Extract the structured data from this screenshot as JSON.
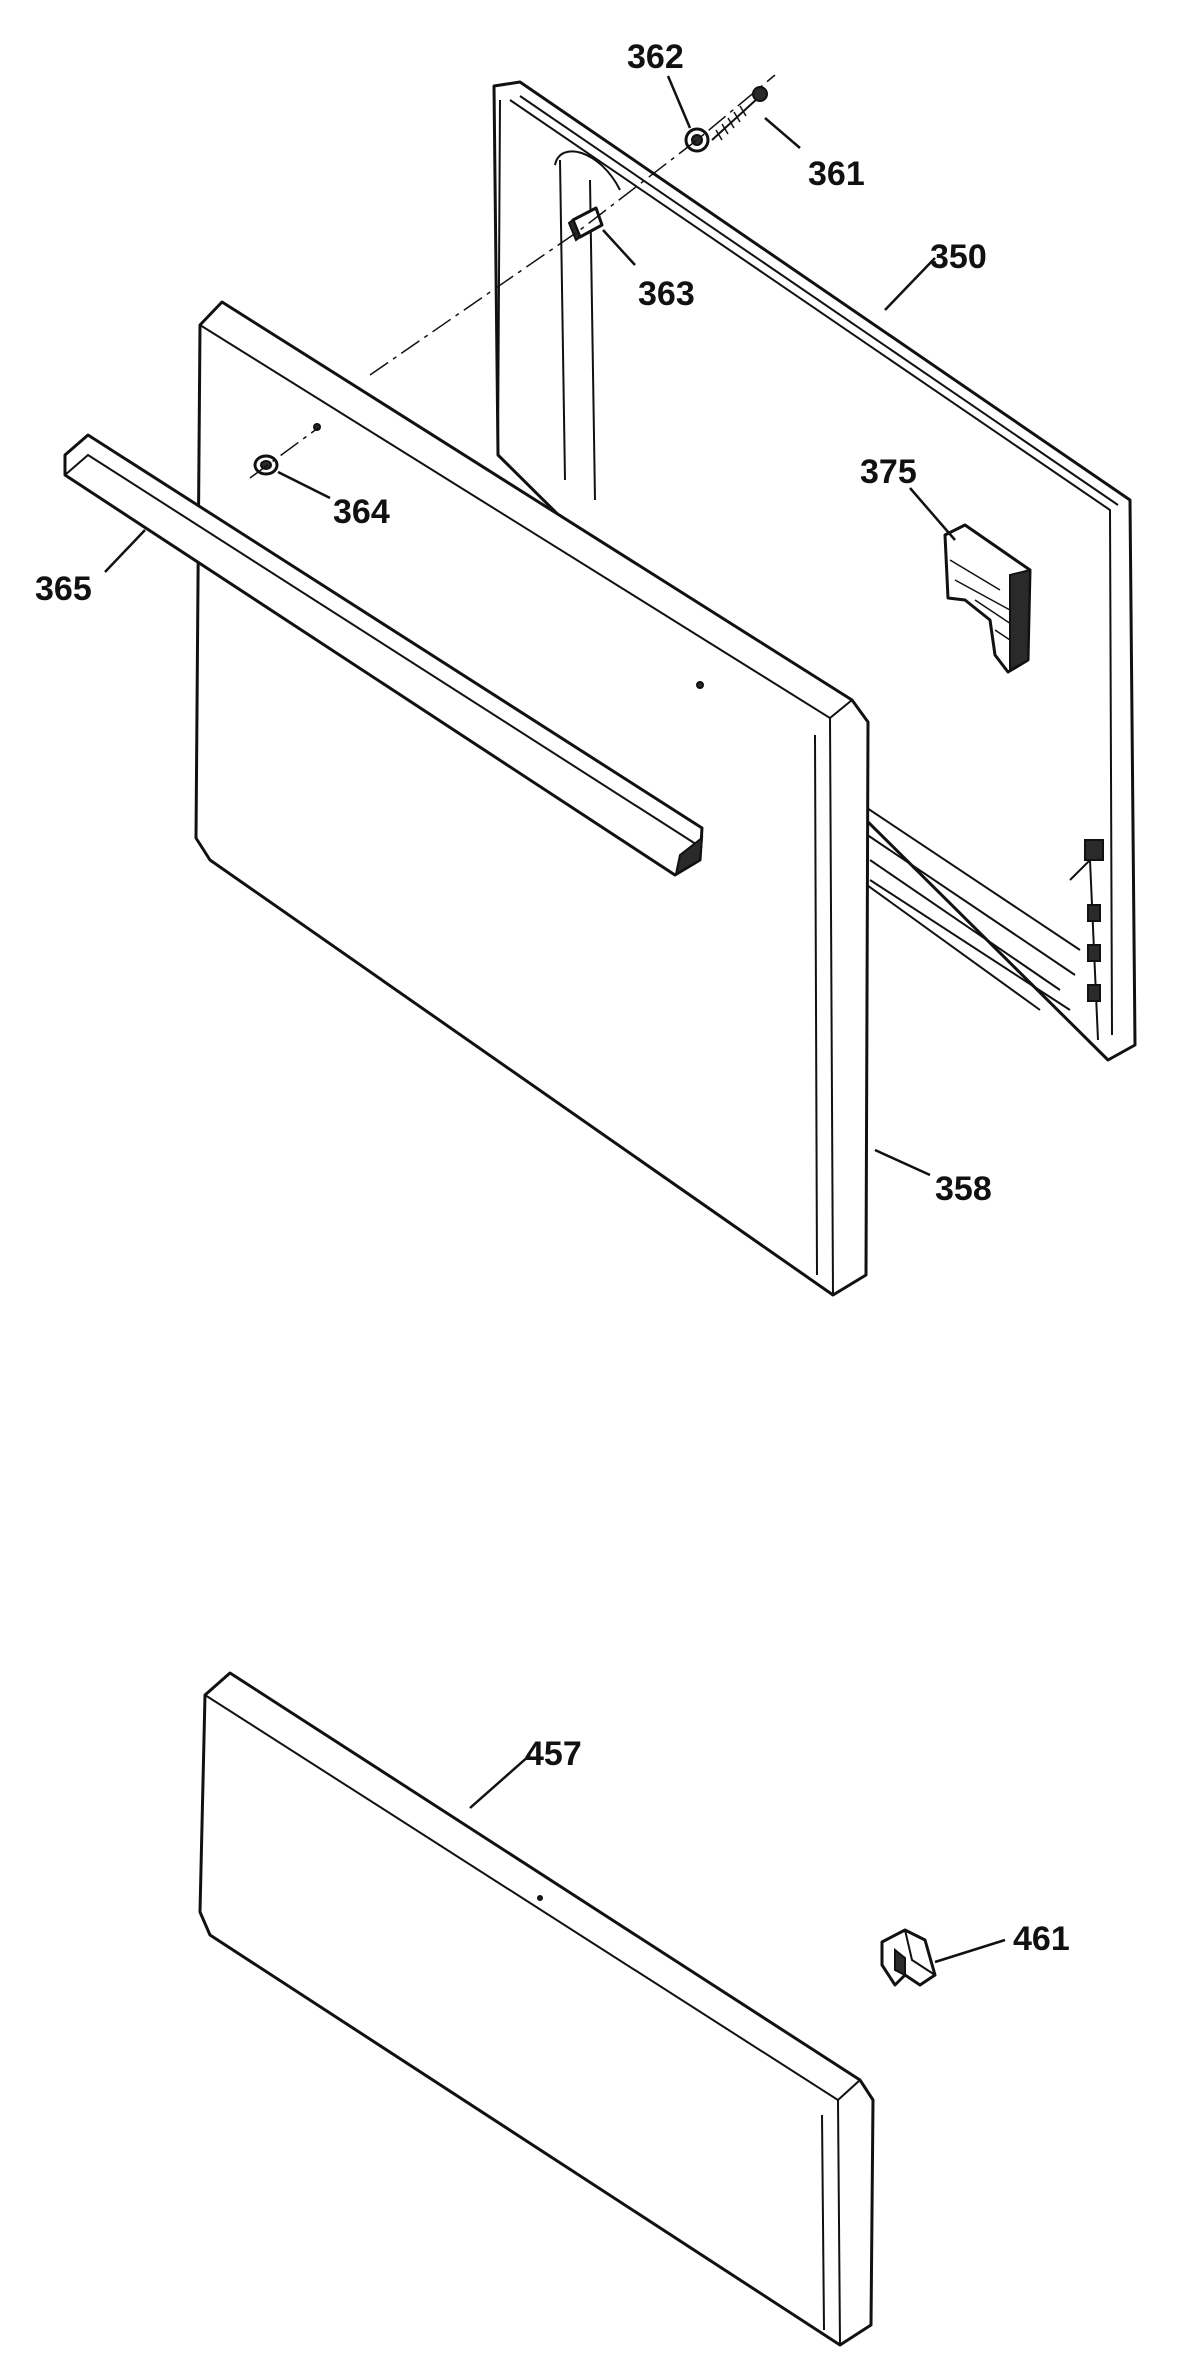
{
  "callouts": {
    "c362": "362",
    "c361": "361",
    "c363": "363",
    "c350": "350",
    "c375": "375",
    "c364": "364",
    "c365": "365",
    "c358": "358",
    "c457": "457",
    "c461": "461"
  },
  "colors": {
    "line": "#111111",
    "background": "#ffffff"
  }
}
